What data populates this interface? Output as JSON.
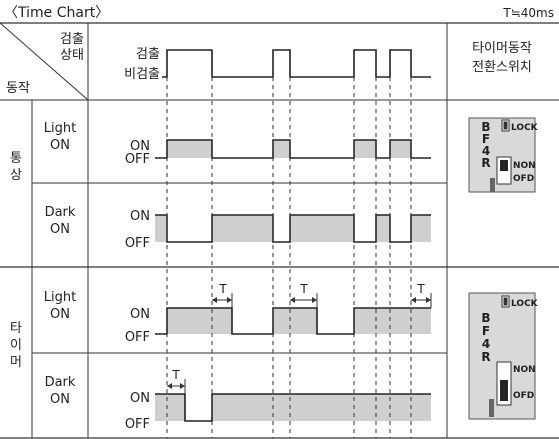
{
  "title": "〈Time Chart〉",
  "time_note": "T≒40ms",
  "header": {
    "state_label_1": "검출",
    "state_label_2": "상태",
    "action_label": "동작",
    "detect_label": "검출",
    "nondetect_label": "비검출",
    "switch_col_1": "타이머동작",
    "switch_col_2": "전환스위치"
  },
  "groups": {
    "normal_1": "통",
    "normal_2": "상",
    "timer_1": "타",
    "timer_2": "이",
    "timer_3": "머"
  },
  "rows": {
    "light_1": "Light",
    "light_2": "ON",
    "dark_1": "Dark",
    "dark_2": "ON",
    "on": "ON",
    "off": "OFF",
    "t_label": "T"
  },
  "switch_normal": {
    "letters": [
      "B",
      "F",
      "4",
      "R"
    ],
    "lock": "LOCK",
    "non": "NON",
    "ofd": "OFD",
    "position": "NON"
  },
  "switch_timer": {
    "letters": [
      "B",
      "F",
      "4",
      "R"
    ],
    "lock": "LOCK",
    "non": "NON",
    "ofd": "OFD",
    "position": "OFD"
  }
}
